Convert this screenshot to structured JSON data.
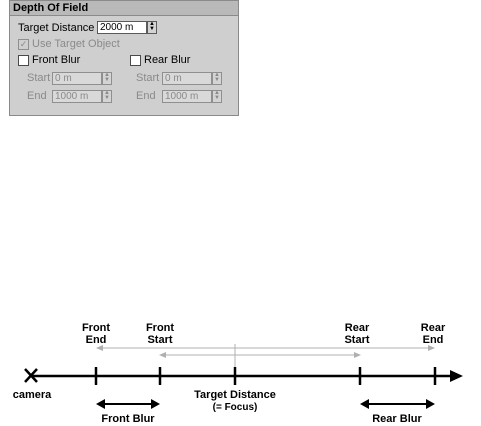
{
  "panel": {
    "title": "Depth Of Field",
    "target_distance_label": "Target Distance",
    "target_distance_value": "2000 m",
    "use_target_object_label": "Use Target Object",
    "use_target_object_checked": true,
    "front_blur_label": "Front Blur",
    "front_blur_checked": false,
    "rear_blur_label": "Rear Blur",
    "rear_blur_checked": false,
    "front_start_label": "Start",
    "front_start_value": "0 m",
    "front_end_label": "End",
    "front_end_value": "1000 m",
    "rear_start_label": "Start",
    "rear_start_value": "0 m",
    "rear_end_label": "End",
    "rear_end_value": "1000 m"
  },
  "diagram": {
    "front_end_label_1": "Front",
    "front_end_label_2": "End",
    "front_start_label_1": "Front",
    "front_start_label_2": "Start",
    "rear_start_label_1": "Rear",
    "rear_start_label_2": "Start",
    "rear_end_label_1": "Rear",
    "rear_end_label_2": "End",
    "camera_label": "camera",
    "target_distance_label": "Target Distance",
    "focus_label": "(= Focus)",
    "front_blur_label": "Front Blur",
    "rear_blur_label": "Rear Blur"
  },
  "colors": {
    "panel_bg": "#cfcfcf",
    "title_bg": "#b9b9b9",
    "disabled_text": "#8a8a8a",
    "guide_line": "#b0b0b0"
  }
}
